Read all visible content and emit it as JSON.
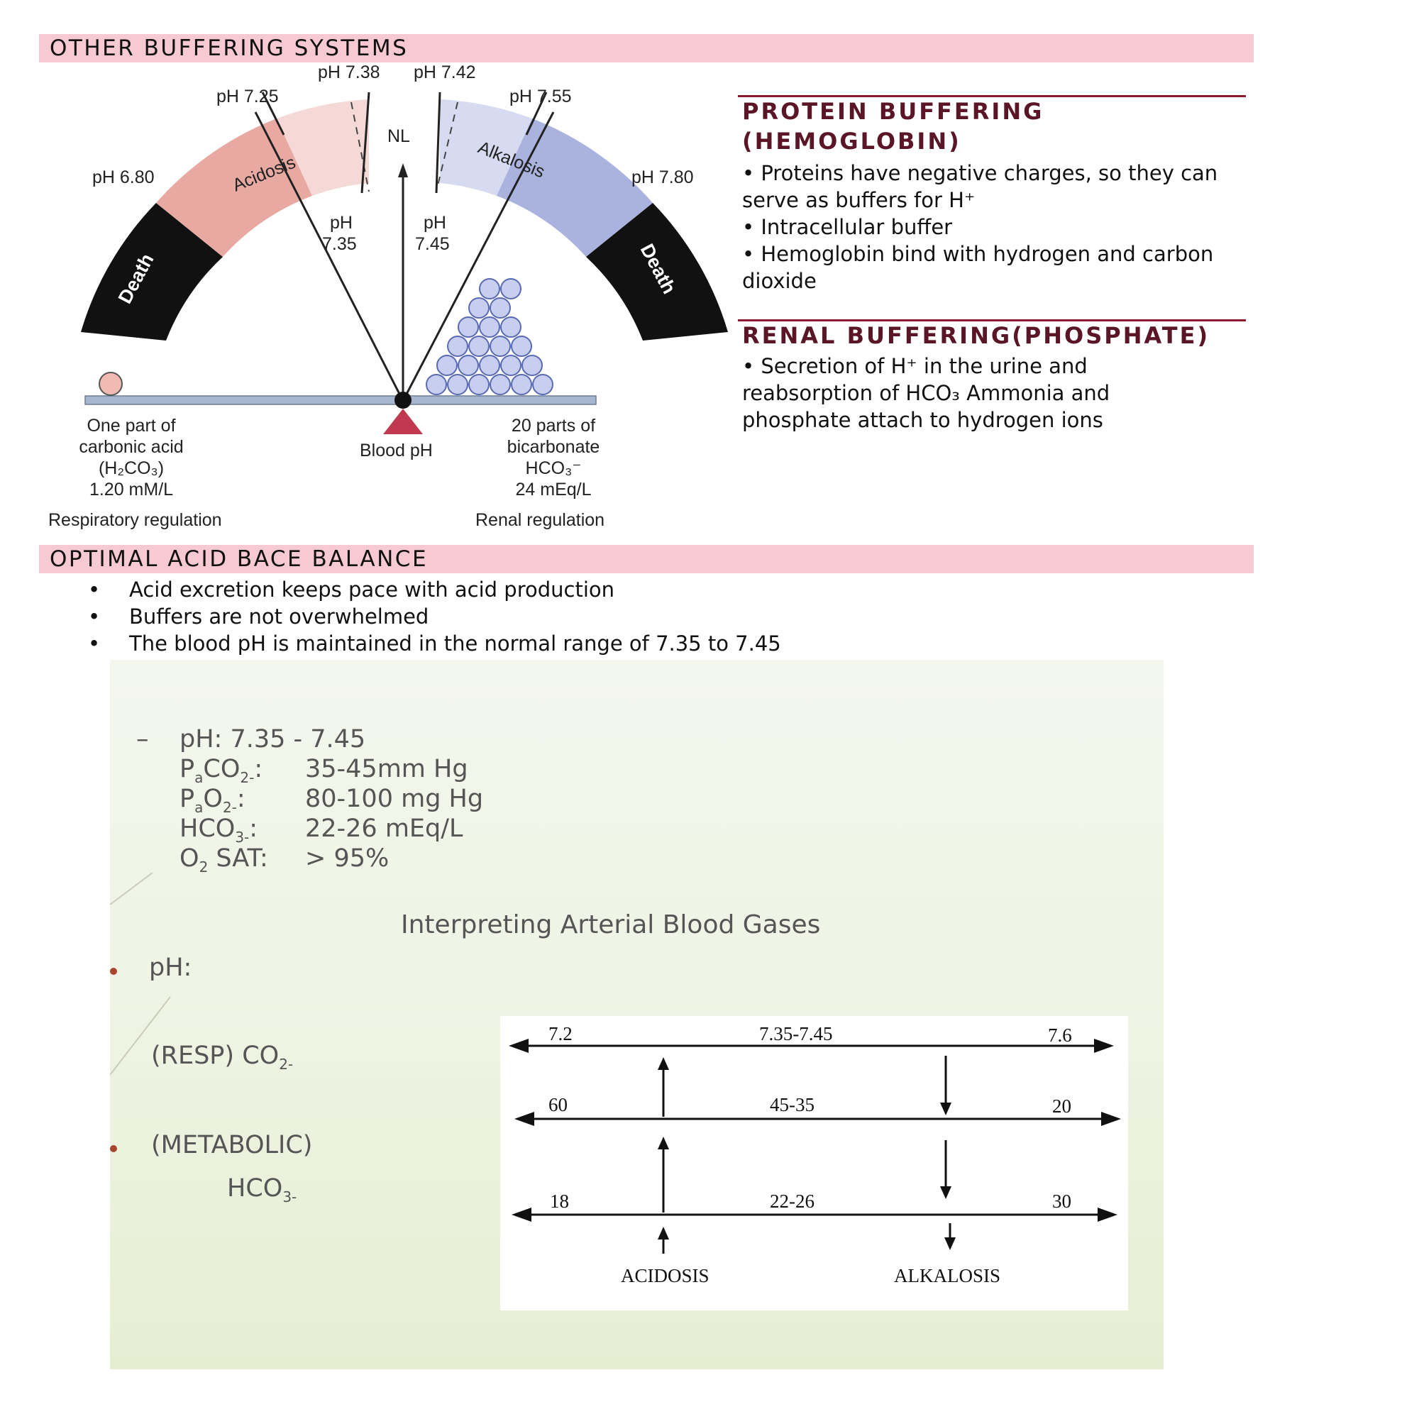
{
  "sections": {
    "other_buffering": "OTHER  BUFFERING  SYSTEMS",
    "optimal_balance": "OPTIMAL  ACID  BACE  BALANCE"
  },
  "gauge": {
    "ph_680": "pH 6.80",
    "ph_725": "pH 7.25",
    "ph_738": "pH 7.38",
    "ph_742": "pH 7.42",
    "ph_755": "pH 7.55",
    "ph_780": "pH 7.80",
    "nl": "NL",
    "acidosis": "Acidosis",
    "alkalosis": "Alkalosis",
    "death": "Death",
    "ph": "pH",
    "v735": "7.35",
    "v745": "7.45",
    "blood_ph": "Blood pH",
    "left_caption": [
      "One part of",
      "carbonic acid",
      "(H₂CO₃)",
      "1.20 mM/L"
    ],
    "right_caption": [
      "20 parts of",
      "bicarbonate",
      "HCO₃⁻",
      "24 mEq/L"
    ],
    "resp_reg": "Respiratory regulation",
    "renal_reg": "Renal regulation",
    "colors": {
      "acid": "#e8a9a3",
      "acid_light": "#f4d9d6",
      "alk": "#aab3de",
      "alk_light": "#d6dbf1",
      "death": "#111111"
    }
  },
  "protein": {
    "title_1": "PROTEIN  BUFFERING",
    "title_2": "(HEMOGLOBIN)",
    "lines": [
      "•  Proteins have negative charges, so they can",
      "serve as buffers for H⁺",
      "•  Intracellular buffer",
      "•  Hemoglobin bind with hydrogen and carbon",
      "dioxide"
    ]
  },
  "renal": {
    "title": "RENAL  BUFFERING(PHOSPHATE)",
    "lines": [
      "•  Secretion of H⁺ in the urine and",
      "reabsorption  of  HCO₃ Ammonia  and",
      "phosphate attach to hydrogen ions"
    ]
  },
  "optimal_bullets": [
    "Acid excretion keeps pace with acid production",
    "Buffers are not overwhelmed",
    "The blood pH is maintained in the normal range of 7.35 to 7.45"
  ],
  "slide": {
    "dash": "–",
    "ph_line": "pH:   7.35 - 7.45",
    "paco2_val": "35-45mm Hg",
    "pao2_val": "80-100 mg Hg",
    "hco3_val": "22-26 mEq/L",
    "o2sat_val": "> 95%",
    "interp_title": "Interpreting Arterial Blood Gases",
    "ph_label": "pH:",
    "resp_co2": "(RESP) CO",
    "metabolic": "(METABOLIC)",
    "hco3": "HCO"
  },
  "abg": {
    "row1": {
      "left": "7.2",
      "mid": "7.35-7.45",
      "right": "7.6"
    },
    "row2": {
      "left": "60",
      "mid": "45-35",
      "right": "20"
    },
    "row3": {
      "left": "18",
      "mid": "22-26",
      "right": "30"
    },
    "acidosis": "ACIDOSIS",
    "alkalosis": "ALKALOSIS"
  }
}
